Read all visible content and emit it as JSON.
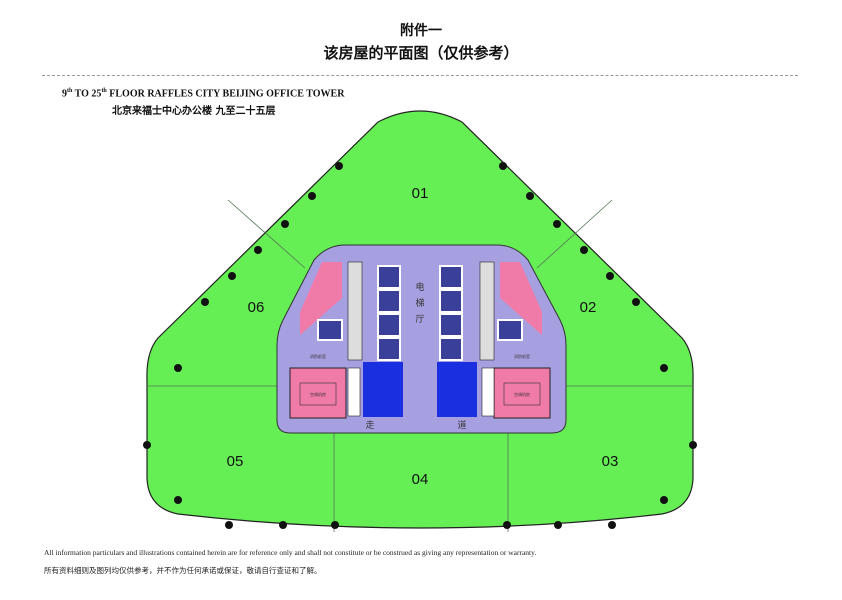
{
  "header": {
    "attachment": "附件一",
    "title": "该房屋的平面图（仅供参考）"
  },
  "plan_heading": {
    "english_prefix_floor_from": "9",
    "sup1": "th",
    "to": " TO 25",
    "sup2": "th",
    "english_rest": " FLOOR RAFFLES CITY BEIJING OFFICE TOWER",
    "chinese": "北京来福士中心办公楼  九至二十五层"
  },
  "units": [
    "01",
    "02",
    "03",
    "04",
    "05",
    "06"
  ],
  "core_labels": {
    "lift_lobby": [
      "电",
      "梯",
      "厅"
    ],
    "corridor": [
      "走",
      "道"
    ],
    "ac_room": "空调机房",
    "fire_lobby": "消防前室"
  },
  "colors": {
    "office_area": "#66ee55",
    "core": "#a7a0e0",
    "service_rooms": "#f07aa8",
    "washrooms": "#1a2fe0",
    "lifts": "#3a3f9a"
  },
  "disclaimer": {
    "english": "All information particulars and illustrations contained herein are for reference only and shall not constitute or be construed as giving any representation or warranty.",
    "chinese": "所有资料细则及图列均仅供参考，并不作为任何承诺或保证，敬请自行查证和了解。"
  }
}
